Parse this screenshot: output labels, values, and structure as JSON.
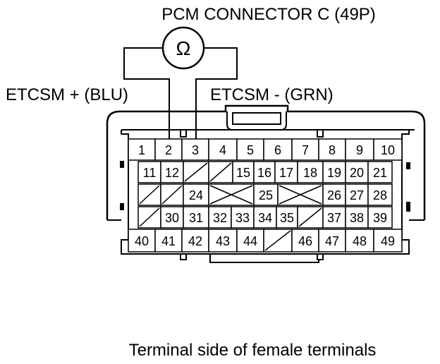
{
  "diagram": {
    "title": "PCM CONNECTOR C (49P)",
    "meter_symbol": "Ω",
    "meter_icon": "ohmmeter-icon",
    "left_lead": {
      "label": "ETCSM +  (BLU)",
      "pin": "2"
    },
    "right_lead": {
      "label": "ETCSM -  (GRN)",
      "pin": "3"
    },
    "caption": "Terminal side of female terminals",
    "rows": [
      [
        "1",
        "2",
        "3",
        "4",
        "5",
        "6",
        "7",
        "8",
        "9",
        "10"
      ],
      [
        "11",
        "12",
        "/",
        "/",
        "15",
        "16",
        "17",
        "18",
        "19",
        "20",
        "21"
      ],
      [
        "/",
        "/",
        "24",
        "X",
        "25",
        "X",
        "26",
        "27",
        "28"
      ],
      [
        "/",
        "30",
        "31",
        "32",
        "33",
        "34",
        "35",
        "/",
        "37",
        "38",
        "39"
      ],
      [
        "40",
        "41",
        "42",
        "43",
        "44",
        "/",
        "46",
        "47",
        "48",
        "49"
      ]
    ]
  }
}
